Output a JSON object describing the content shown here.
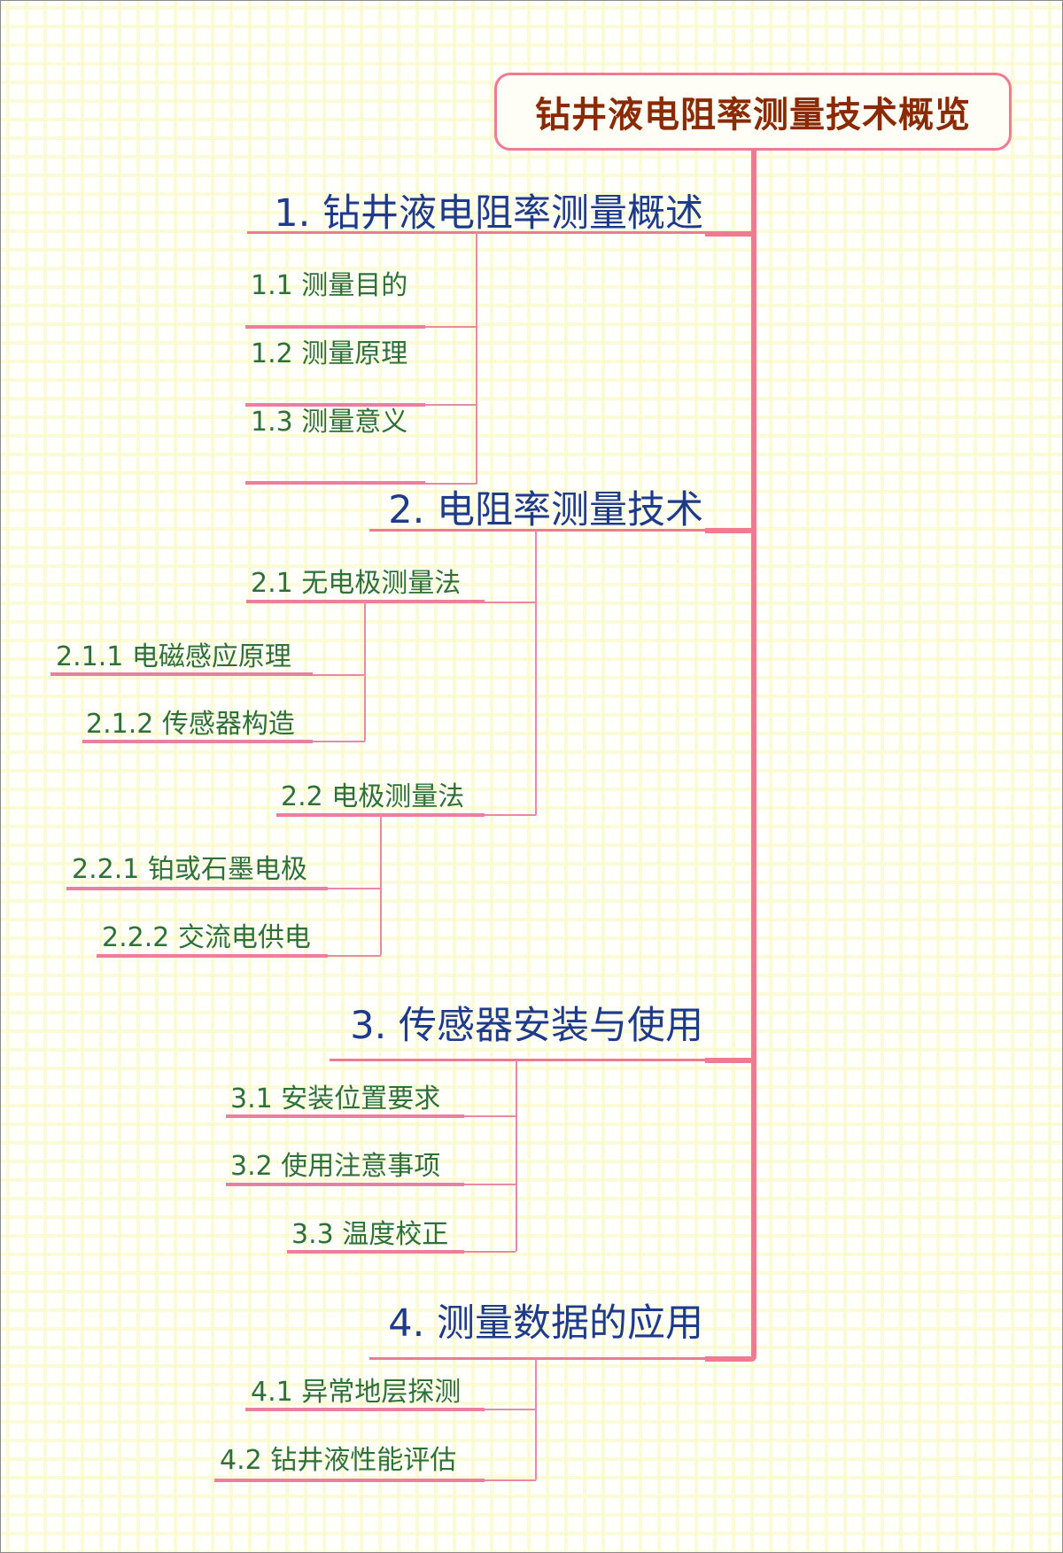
{
  "root": {
    "title": "钻井液电阻率测量技术概览"
  },
  "colors": {
    "root_text": "#8b2a00",
    "root_border": "#f07a92",
    "main_text": "#1e3a8a",
    "sub_text": "#2e7038",
    "connector": "#f07a92"
  },
  "topics": [
    {
      "label": "1. 钻井液电阻率测量概述",
      "children": [
        {
          "label": "1.1 测量目的"
        },
        {
          "label": "1.2 测量原理"
        },
        {
          "label": "1.3 测量意义"
        }
      ]
    },
    {
      "label": "2. 电阻率测量技术",
      "children": [
        {
          "label": "2.1 无电极测量法",
          "children": [
            {
              "label": "2.1.1 电磁感应原理"
            },
            {
              "label": "2.1.2 传感器构造"
            }
          ]
        },
        {
          "label": "2.2 电极测量法",
          "children": [
            {
              "label": "2.2.1 铂或石墨电极"
            },
            {
              "label": "2.2.2 交流电供电"
            }
          ]
        }
      ]
    },
    {
      "label": "3. 传感器安装与使用",
      "children": [
        {
          "label": "3.1 安装位置要求"
        },
        {
          "label": "3.2 使用注意事项"
        },
        {
          "label": "3.3 温度校正"
        }
      ]
    },
    {
      "label": "4. 测量数据的应用",
      "children": [
        {
          "label": "4.1 异常地层探测"
        },
        {
          "label": "4.2 钻井液性能评估"
        }
      ]
    }
  ]
}
